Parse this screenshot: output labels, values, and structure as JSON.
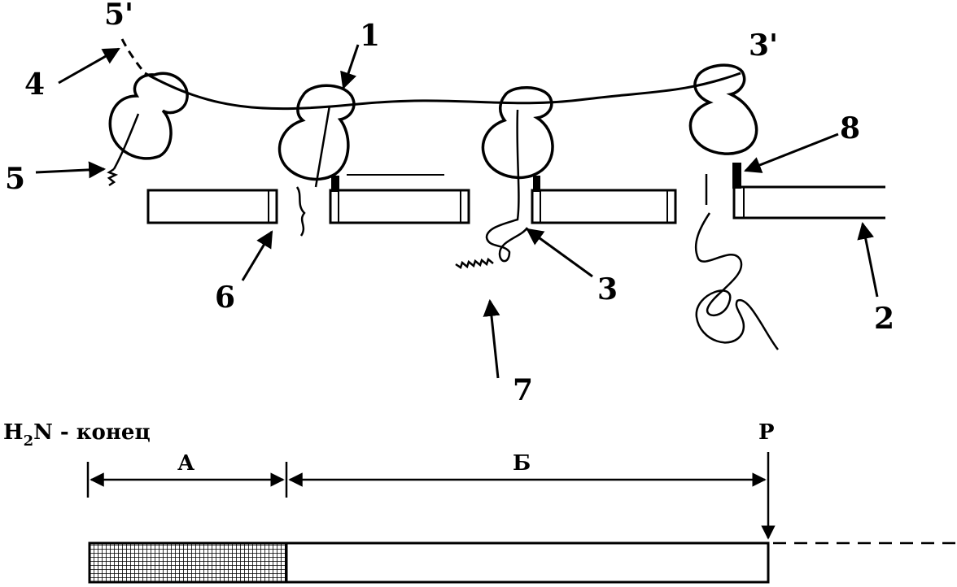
{
  "labels": {
    "n1": "1",
    "n2": "2",
    "n3": "3",
    "n4": "4",
    "n5": "5",
    "n6": "6",
    "n7": "7",
    "n8": "8",
    "five_prime": "5'",
    "three_prime": "3'"
  },
  "scheme": {
    "h2n": "H",
    "h2n_sub": "2",
    "h2n_rest": "N - конец",
    "seg_a": "А",
    "seg_b": "Б",
    "p_mark": "Р"
  }
}
